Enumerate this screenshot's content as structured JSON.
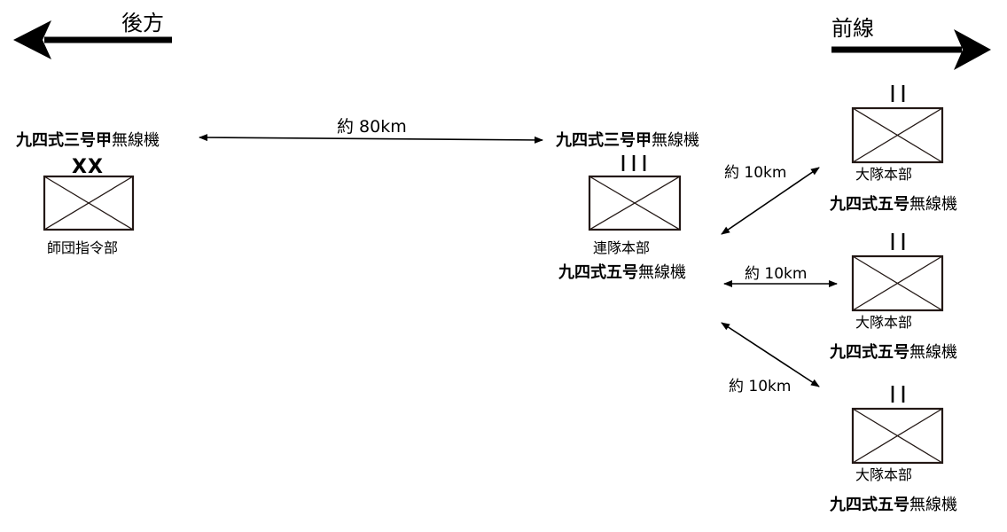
{
  "directions": {
    "rear": "後方",
    "front": "前線"
  },
  "division": {
    "radio_bold": "九四式三号甲",
    "radio_rest": "無線機",
    "echelon": "XX",
    "unit": "師団指令部"
  },
  "regiment": {
    "radio_top_bold": "九四式三号甲",
    "radio_top_rest": "無線機",
    "unit": "連隊本部",
    "radio_bottom_bold": "九四式五号",
    "radio_bottom_rest": "無線機"
  },
  "battalions": [
    {
      "unit": "大隊本部",
      "radio_bold": "九四式五号",
      "radio_rest": "無線機"
    },
    {
      "unit": "大隊本部",
      "radio_bold": "九四式五号",
      "radio_rest": "無線機"
    },
    {
      "unit": "大隊本部",
      "radio_bold": "九四式五号",
      "radio_rest": "無線機"
    }
  ],
  "links": {
    "division_regiment": "約 80km",
    "regiment_battalion_1": "約 10km",
    "regiment_battalion_2": "約 10km",
    "regiment_battalion_3": "約 10km"
  },
  "colors": {
    "symbol_stroke": "#231815",
    "line": "#000000"
  },
  "icons": [
    "left-arrow-icon",
    "right-arrow-icon",
    "unit-symbol-icon",
    "double-arrow-icon"
  ]
}
